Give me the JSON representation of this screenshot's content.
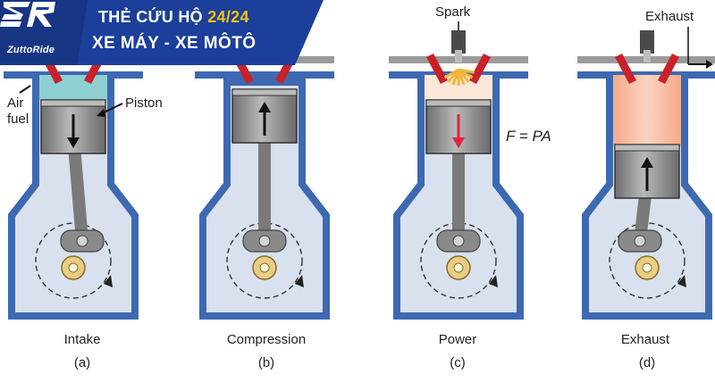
{
  "banner": {
    "brand": "ZuttoRide",
    "logo_icon": "zr-logo-icon",
    "line1_prefix": "THẺ CỨU HỘ ",
    "line1_accent": "24/24",
    "line2": "XE MÁY - XE MÔTÔ",
    "colors": {
      "bg": "#1b3f9a",
      "accent": "#f4c313"
    }
  },
  "labels": {
    "air_fuel_1": "Air",
    "air_fuel_2": "fuel",
    "piston": "Piston",
    "spark": "Spark",
    "exhaust_top": "Exhaust",
    "formula": "F = PA"
  },
  "stages": [
    {
      "name": "Intake",
      "letter": "(a)"
    },
    {
      "name": "Compression",
      "letter": "(b)"
    },
    {
      "name": "Power",
      "letter": "(c)"
    },
    {
      "name": "Exhaust",
      "letter": "(d)"
    }
  ],
  "colors": {
    "wall": "#3d69b2",
    "chamber": "#d9e1ee",
    "piston": "#8e8e8e",
    "rod": "#7a7a7a",
    "valve": "#c82129",
    "airfuel": "#8ecfd3",
    "exhaust_gas": "#f7b9a0",
    "combustion": "#fde7d6",
    "arrow_power": "#e0243d"
  }
}
